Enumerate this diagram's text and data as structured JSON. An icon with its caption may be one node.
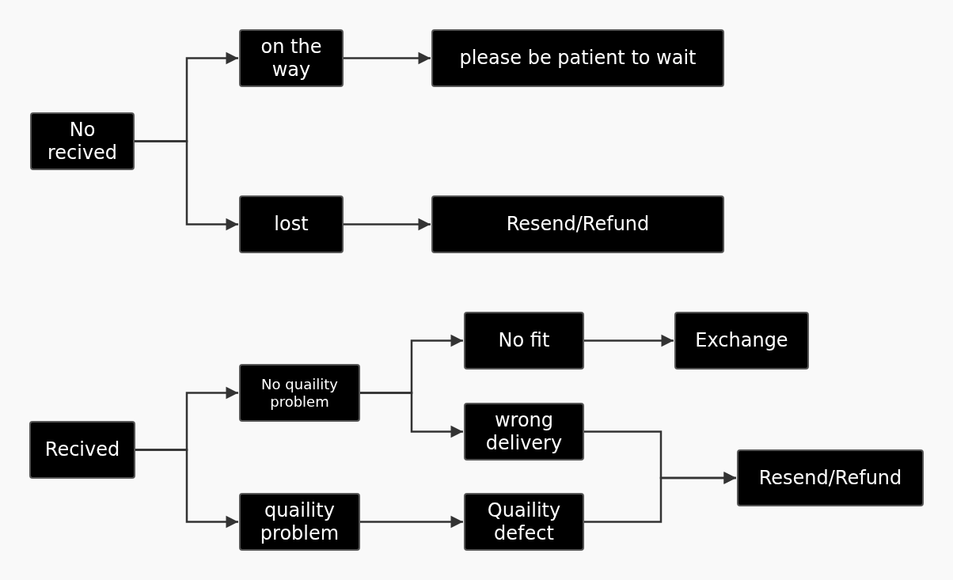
{
  "diagram": {
    "nodes": [
      {
        "text": [
          "No recived"
        ]
      },
      {
        "text": [
          "on the way"
        ]
      },
      {
        "text": [
          "please be patient to wait"
        ]
      },
      {
        "text": [
          "lost"
        ]
      },
      {
        "text": [
          "Resend/Refund"
        ]
      },
      {
        "text": [
          "Recived"
        ]
      },
      {
        "text": [
          "No quaility problem"
        ]
      },
      {
        "text": [
          "quaility problem"
        ]
      },
      {
        "text": [
          "No fit"
        ]
      },
      {
        "text": [
          "Exchange"
        ]
      },
      {
        "text": [
          "wrong delivery"
        ]
      },
      {
        "text": [
          "Quaility defect"
        ]
      },
      {
        "text": [
          "Resend/Refund"
        ]
      }
    ],
    "edges": [
      {
        "from": 0,
        "to": 1,
        "arrow": "to"
      },
      {
        "from": 0,
        "to": 3,
        "arrow": "to"
      },
      {
        "from": 1,
        "to": 2,
        "arrow": "to"
      },
      {
        "from": 3,
        "to": 4,
        "arrow": "to"
      },
      {
        "from": 5,
        "to": 6,
        "arrow": "to"
      },
      {
        "from": 5,
        "to": 7,
        "arrow": "to"
      },
      {
        "from": 6,
        "to": 8,
        "arrow": "to"
      },
      {
        "from": 6,
        "to": 10,
        "arrow": "to"
      },
      {
        "from": 8,
        "to": 9,
        "arrow": "to"
      },
      {
        "from": 10,
        "to": 12,
        "arrow": "to"
      },
      {
        "from": 7,
        "to": 11,
        "arrow": "to"
      },
      {
        "from": 11,
        "to": 12,
        "arrow": "to"
      }
    ]
  }
}
